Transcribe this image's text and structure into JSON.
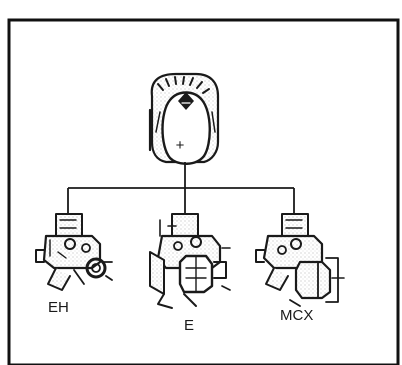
{
  "controller": {
    "icon": "control-selector-icon",
    "symbol": "+"
  },
  "units": [
    {
      "label": "EH",
      "icon": "eh-actuator-icon"
    },
    {
      "label": "E",
      "icon": "e-actuator-icon"
    },
    {
      "label": "MCX",
      "icon": "mcx-actuator-icon"
    }
  ],
  "colors": {
    "stroke": "#1a1a1a",
    "frame": "#111111",
    "background": "#ffffff"
  }
}
